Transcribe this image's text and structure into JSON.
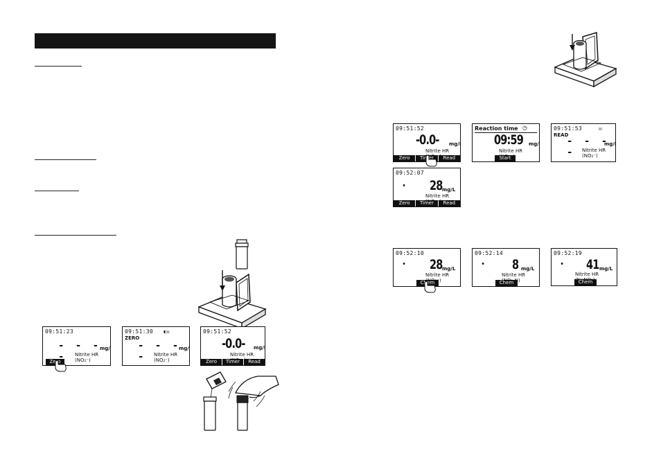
{
  "meter_screens": {
    "s1": {
      "time": "09:51:23",
      "dashes": "- - - -",
      "unit": "mg/L",
      "method": "Nitrite HR (NO₂⁻)",
      "keys": [
        "Zero"
      ]
    },
    "s2": {
      "time": "09:51:30",
      "status": "◖☒",
      "sub": "ZERO",
      "dashes": "- - - -",
      "unit": "mg/L",
      "method": "Nitrite HR (NO₂⁻)"
    },
    "s3": {
      "time": "09:51:52",
      "value": "-0.0-",
      "unit": "mg/L",
      "method": "Nitrite HR (NO₂⁻)",
      "keys": [
        "Zero",
        "Timer",
        "Read"
      ]
    },
    "s4": {
      "time": "09:51:52",
      "value": "-0.0-",
      "unit": "mg/L",
      "method": "Nitrite HR (NO₂⁻)",
      "keys": [
        "Zero",
        "Timer",
        "Read"
      ]
    },
    "s5": {
      "title": "Reaction time",
      "title_icon": "◷",
      "value": "09:59",
      "unit": "mg/L",
      "method": "Nitrite HR (NO₂⁻)",
      "keys": [
        "Start"
      ]
    },
    "s6": {
      "time": "09:51:53",
      "status": "☒",
      "sub": "READ",
      "dashes": "- - - -",
      "unit": "mg/L",
      "method": "Nitrite HR (NO₂⁻)"
    },
    "s7": {
      "time": "09:52:07",
      "arrow": "♦",
      "value": "28",
      "unit": "mg/L",
      "method": "Nitrite HR (NO₂⁻)",
      "keys": [
        "Zero",
        "Timer",
        "Read"
      ]
    },
    "s8": {
      "time": "09:52:10",
      "arrow": "♦",
      "value": "28",
      "unit": "mg/L",
      "method": "Nitrite HR (NO₂⁻)",
      "keys": [
        "Chem Frm"
      ]
    },
    "s9": {
      "time": "09:52:14",
      "arrow": "♦",
      "value": "8",
      "unit": "mg/L",
      "method": "Nitrite HR (NO₂-N)",
      "keys": [
        "Chem Frm"
      ]
    },
    "s10": {
      "time": "09:52:19",
      "arrow": "♦",
      "value": "41",
      "unit": "mg/L",
      "method": "Nitrite HR (NaNO₂)",
      "keys": [
        "Chem Frm"
      ]
    }
  }
}
